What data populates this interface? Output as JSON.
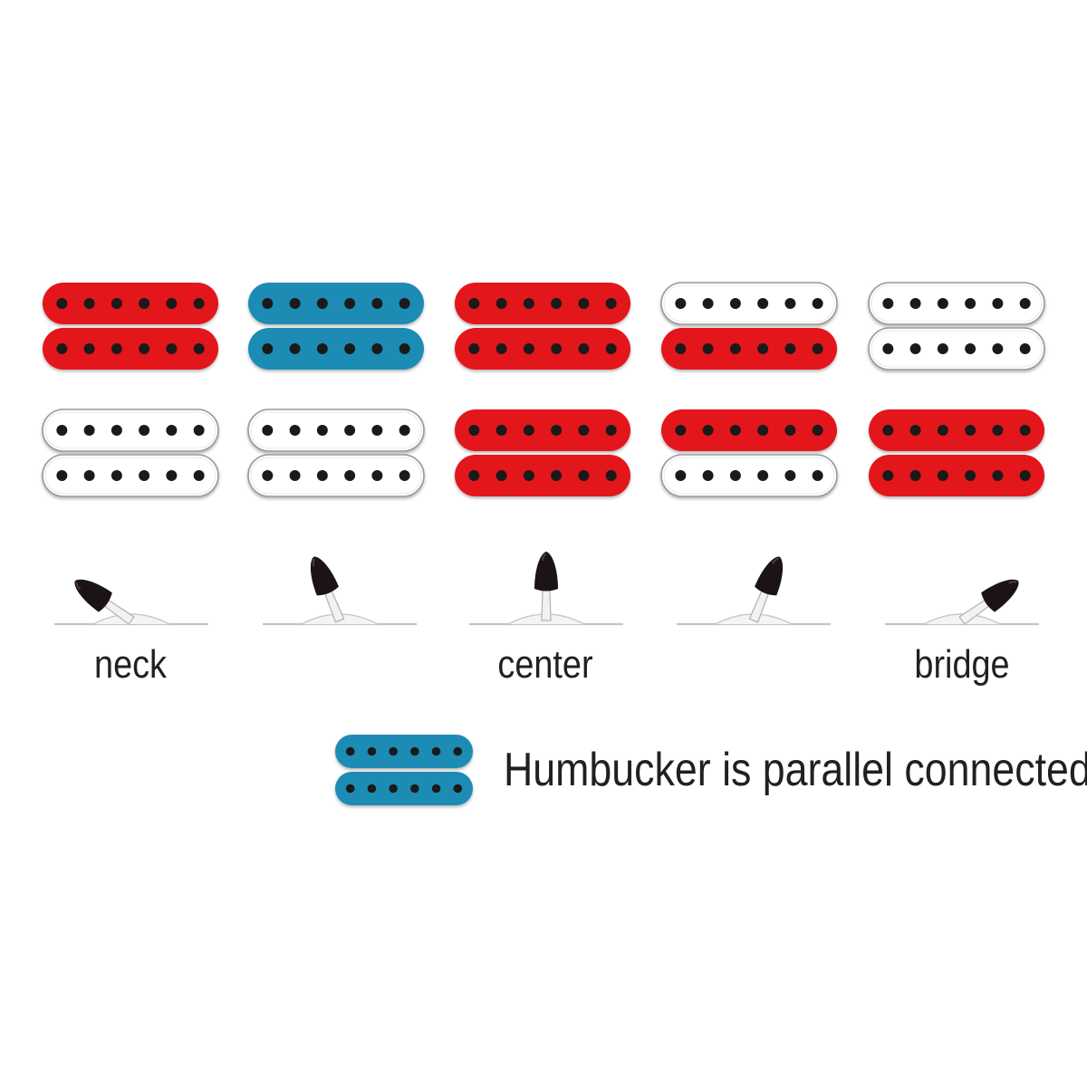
{
  "colors": {
    "active": "#e3131a",
    "parallel": "#1f8cb4",
    "off": "#ffffff",
    "pole": "#1a1a1a",
    "outline": "#9a9a9a",
    "text": "#231f20"
  },
  "positions": [
    {
      "label": "neck",
      "lever": "full-left",
      "neck_pickup": [
        "active",
        "active"
      ],
      "bridge_pickup": [
        "off",
        "off"
      ]
    },
    {
      "label": "",
      "lever": "left",
      "neck_pickup": [
        "parallel",
        "parallel"
      ],
      "bridge_pickup": [
        "off",
        "off"
      ]
    },
    {
      "label": "center",
      "lever": "center",
      "neck_pickup": [
        "active",
        "active"
      ],
      "bridge_pickup": [
        "active",
        "active"
      ]
    },
    {
      "label": "",
      "lever": "right",
      "neck_pickup": [
        "off",
        "active"
      ],
      "bridge_pickup": [
        "active",
        "off"
      ]
    },
    {
      "label": "bridge",
      "lever": "full-right",
      "neck_pickup": [
        "off",
        "off"
      ],
      "bridge_pickup": [
        "active",
        "active"
      ]
    }
  ],
  "legend": {
    "coil_state": "parallel",
    "text": "Humbucker is parallel connected."
  }
}
